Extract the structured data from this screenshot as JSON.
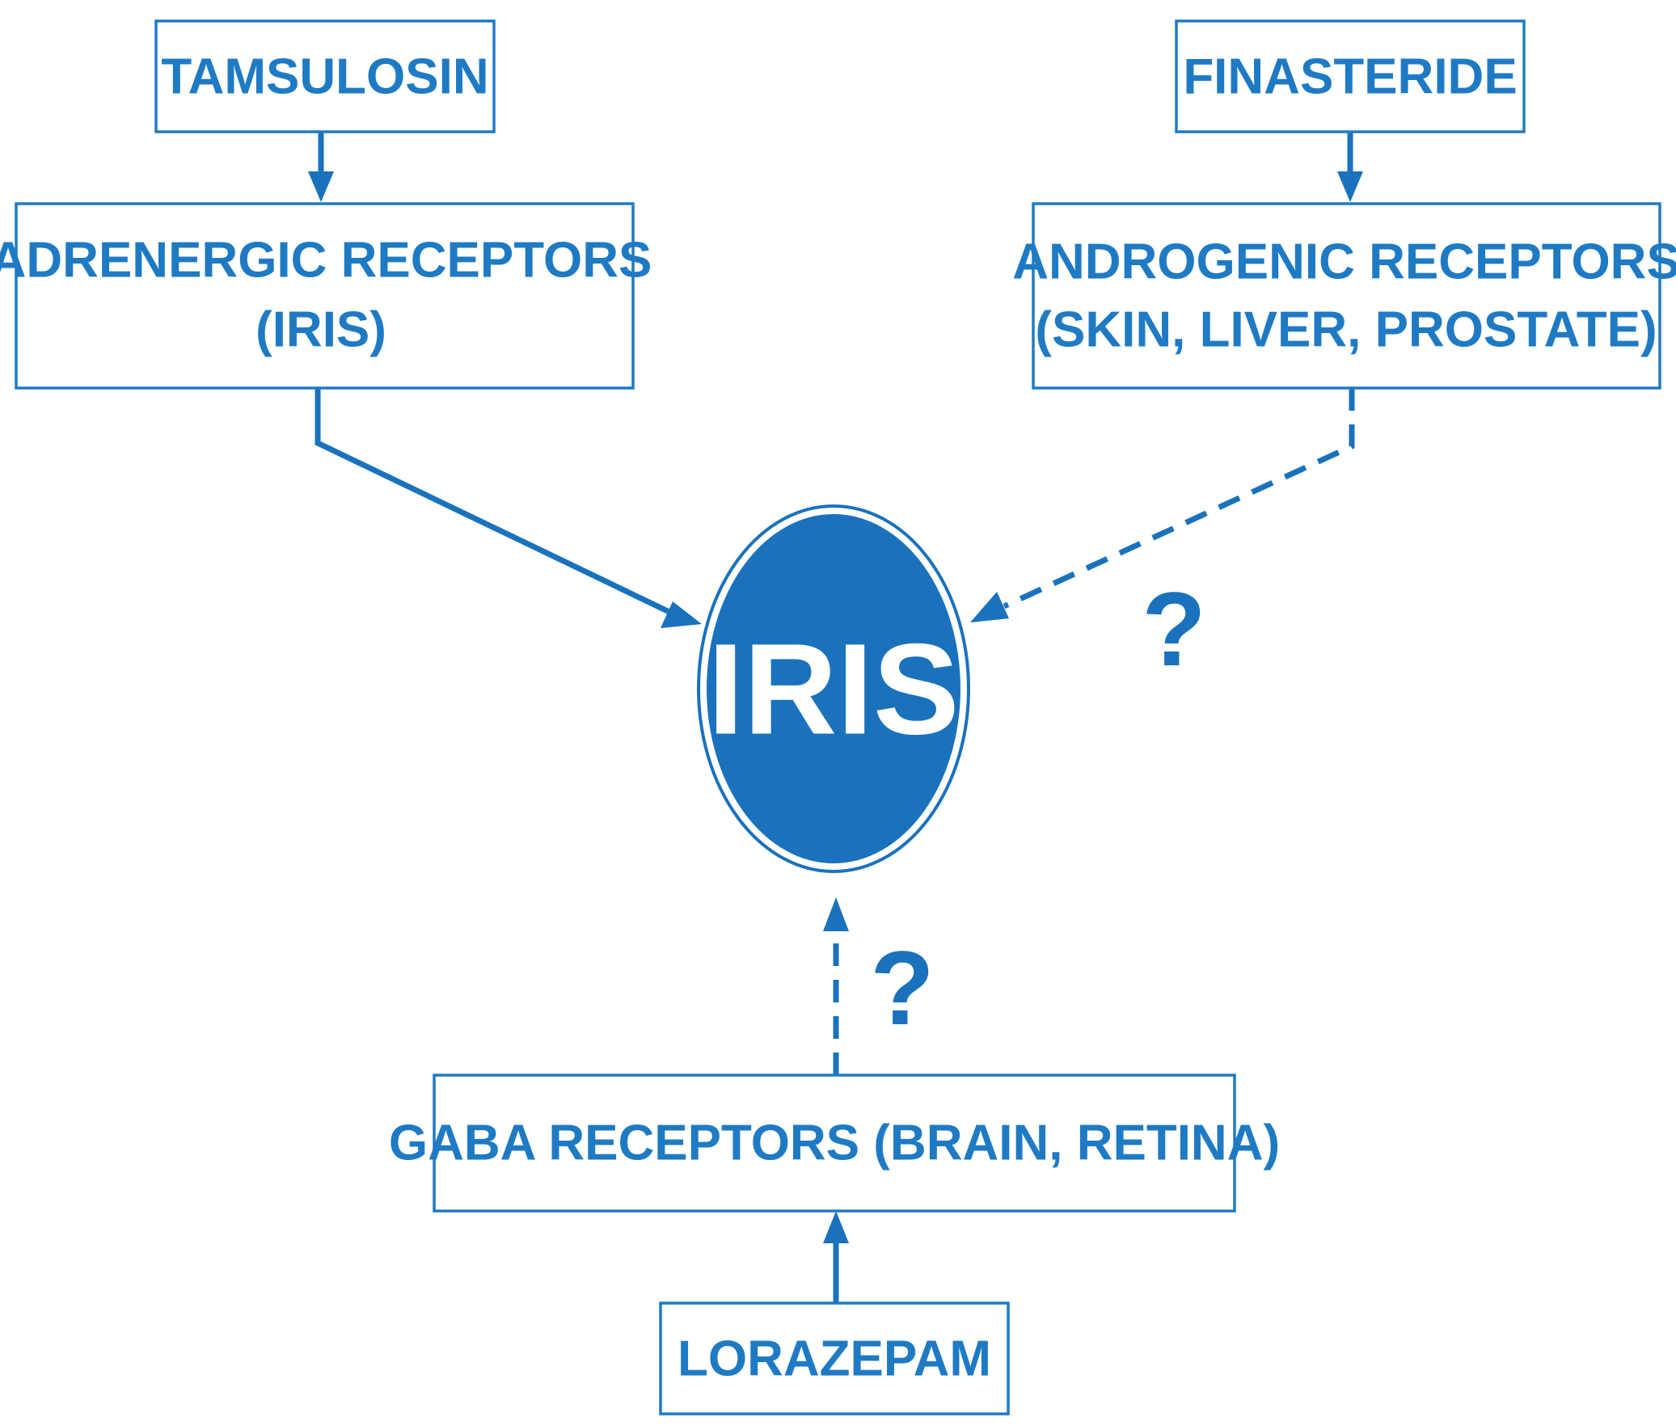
{
  "colors": {
    "accent": "#1a72bd",
    "text": "#1f7ac4",
    "background": "#ffffff"
  },
  "nodes": {
    "tamsulosin": {
      "label": "TAMSULOSIN"
    },
    "adrenergic": {
      "line1": "ADRENERGIC RECEPTORS",
      "line2": "(IRIS)"
    },
    "finasteride": {
      "label": "FINASTERIDE"
    },
    "androgenic": {
      "line1": "ANDROGENIC RECEPTORS",
      "line2": "(SKIN, LIVER, PROSTATE)"
    },
    "gaba": {
      "label": "GABA RECEPTORS (BRAIN, RETINA)"
    },
    "lorazepam": {
      "label": "LORAZEPAM"
    },
    "iris": {
      "label": "IRIS"
    }
  },
  "edges": [
    {
      "from": "tamsulosin",
      "to": "adrenergic",
      "style": "solid"
    },
    {
      "from": "adrenergic",
      "to": "iris",
      "style": "solid"
    },
    {
      "from": "finasteride",
      "to": "androgenic",
      "style": "solid"
    },
    {
      "from": "androgenic",
      "to": "iris",
      "style": "dashed",
      "label": "?"
    },
    {
      "from": "lorazepam",
      "to": "gaba",
      "style": "solid"
    },
    {
      "from": "gaba",
      "to": "iris",
      "style": "dashed",
      "label": "?"
    }
  ]
}
